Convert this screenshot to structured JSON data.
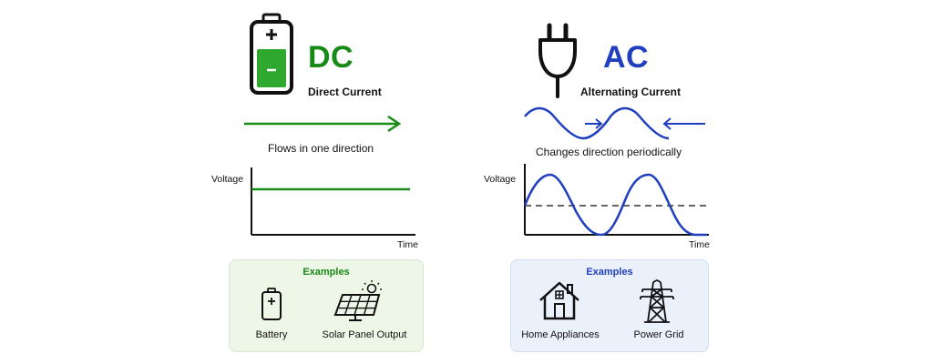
{
  "colors": {
    "dc": "#178a17",
    "ac": "#1f3fbf",
    "dc_panel_bg": "#eef6e8",
    "dc_panel_border": "#d8e8cf",
    "ac_panel_bg": "#eaf1fb",
    "ac_panel_border": "#cfdcf1",
    "ink": "#111111"
  },
  "dc": {
    "title": "DC",
    "subtitle": "Direct Current",
    "flow_caption": "Flows in one direction",
    "y_axis_label": "Voltage",
    "x_axis_label": "Time",
    "examples_title": "Examples",
    "examples": [
      {
        "label": "Battery",
        "icon": "battery-icon"
      },
      {
        "label": "Solar Panel Output",
        "icon": "solar-panel-icon"
      }
    ]
  },
  "ac": {
    "title": "AC",
    "subtitle": "Alternating Current",
    "flow_caption": "Changes direction periodically",
    "y_axis_label": "Voltage",
    "x_axis_label": "Time",
    "examples_title": "Examples",
    "examples": [
      {
        "label": "Home Appliances",
        "icon": "house-icon"
      },
      {
        "label": "Power Grid",
        "icon": "power-tower-icon"
      }
    ]
  },
  "icons": {
    "dc_header": "battery-icon",
    "ac_header": "plug-icon"
  }
}
